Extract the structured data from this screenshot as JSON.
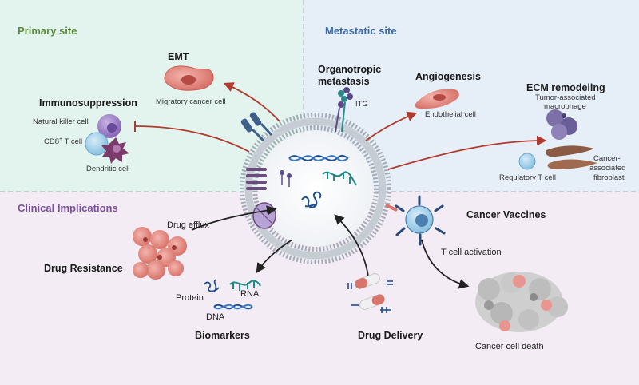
{
  "sections": {
    "primary": {
      "label": "Primary site",
      "color": "#5a8a3a"
    },
    "metastatic": {
      "label": "Metastatic site",
      "color": "#3d6aa8"
    },
    "clinical": {
      "label": "Clinical Implications",
      "color": "#7a4f9a"
    }
  },
  "labels": {
    "emt": "EMT",
    "migratory": "Migratory cancer cell",
    "immunosuppression": "Immunosuppression",
    "nk_cell": "Natural killer cell",
    "cd8": "CD8",
    "cd8_sup": "+",
    "cd8_rest": " T cell",
    "dendritic": "Dendritic cell",
    "organotropic_1": "Organotropic",
    "organotropic_2": "metastasis",
    "itg": "ITG",
    "angiogenesis": "Angiogenesis",
    "endothelial": "Endothelial cell",
    "ecm": "ECM remodeling",
    "tam_1": "Tumor-associated",
    "tam_2": "macrophage",
    "treg": "Regulatory T cell",
    "caf_1": "Cancer-",
    "caf_2": "associated",
    "caf_3": "fibroblast",
    "drug_efflux": "Drug efflux",
    "drug_resistance": "Drug Resistance",
    "protein": "Protein",
    "rna": "RNA",
    "dna": "DNA",
    "biomarkers": "Biomarkers",
    "drug_delivery": "Drug Delivery",
    "cancer_vaccines": "Cancer Vaccines",
    "t_activation": "T cell activation",
    "cell_death": "Cancer cell death"
  },
  "colors": {
    "primary_bg": "#e3f3ee",
    "metastatic_bg": "#e6eef8",
    "clinical_bg": "#f3ecf4",
    "arrow_red": "#b03a2e",
    "membrane": "#9aa3ad",
    "dna_blue": "#1f4e8c",
    "rna_teal": "#1f8a8a",
    "cancer_pink": "#e8968f",
    "macrophage_purple": "#7d70a8",
    "fibroblast_brown": "#8a5a44"
  },
  "icons": [
    "exosome-icon",
    "dna-icon",
    "rna-icon",
    "protein-icon",
    "capsule-icon",
    "t-cell-icon",
    "cancer-cell-icon",
    "integrin-icon",
    "receptor-icon",
    "transporter-icon"
  ]
}
